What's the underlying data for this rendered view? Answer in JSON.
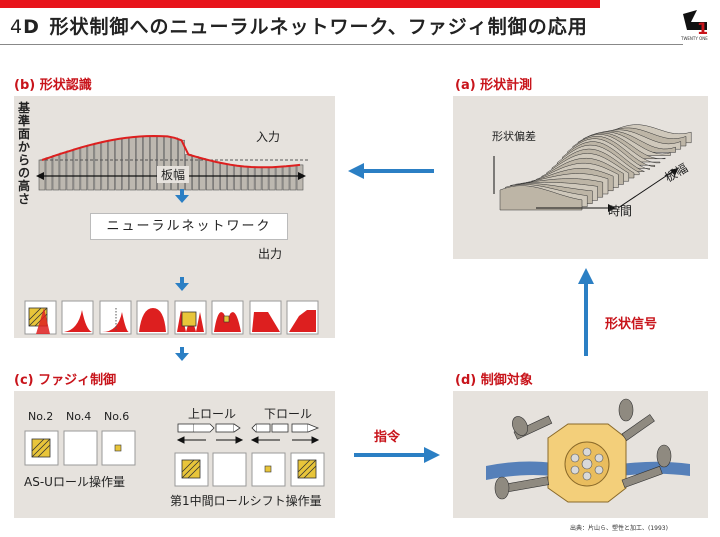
{
  "header": {
    "number": "4",
    "letter": "D",
    "title": "形状制御へのニューラルネットワーク、ファジィ制御の応用"
  },
  "logo": {
    "text": "TWENTY ONE"
  },
  "sections": {
    "b": {
      "title": "(b) 形状認識"
    },
    "a": {
      "title": "(a) 形状計測"
    },
    "c": {
      "title": "(c) ファジィ制御"
    },
    "d": {
      "title": "(d) 制御対象"
    }
  },
  "panel_b": {
    "ylabel": "基準面からの高さ",
    "input_label": "入力",
    "width_label": "板幅",
    "network_label": "ニューラルネットワーク",
    "output_label": "出力"
  },
  "panel_a": {
    "deviation_label": "形状偏差",
    "width_label": "板幅",
    "time_label": "時間"
  },
  "signal_label": "形状信号",
  "command_label": "指令",
  "panel_c": {
    "roll_labels": [
      "No.2",
      "No.4",
      "No.6"
    ],
    "upper_roll": "上ロール",
    "lower_roll": "下ロール",
    "asu_label": "AS-Uロール操作量",
    "shift_label": "第1中間ロールシフト操作量"
  },
  "source": "出典：片山ら、塑性と加工、(1993)",
  "colors": {
    "accent": "#c8141b",
    "arrow": "#2b7fc4",
    "panel": "#e6e2dd",
    "fill": "#dd1f1f",
    "tile": "#e8c53a"
  }
}
